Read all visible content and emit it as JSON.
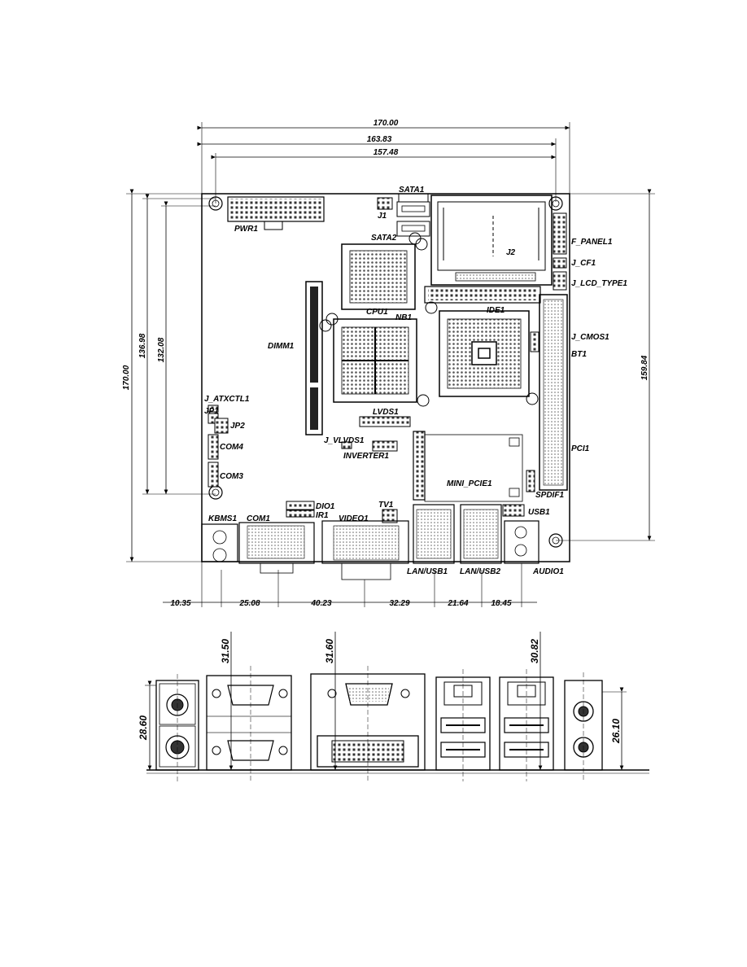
{
  "board": {
    "top_dimensions": [
      "170.00",
      "163.83",
      "157.48"
    ],
    "left_dimensions": [
      "170.00",
      "136.98",
      "132.08"
    ],
    "right_dimension": "159.84",
    "bottom_dimensions": [
      "10.35",
      "25.08",
      "40.23",
      "32.29",
      "21.64",
      "18.45"
    ],
    "labels": {
      "sata1": "SATA1",
      "j1": "J1",
      "pwr1": "PWR1",
      "sata2": "SATA2",
      "j2": "J2",
      "f_panel1": "F_PANEL1",
      "j_cf1": "J_CF1",
      "j_lcd_type1": "J_LCD_TYPE1",
      "cpu1": "CPU1",
      "nb1": "NB1",
      "ide1": "IDE1",
      "dimm1": "DIMM1",
      "j_cmos1": "J_CMOS1",
      "bt1": "BT1",
      "j_atxctl1": "J_ATXCTL1",
      "jp1": "JP1",
      "jp2": "JP2",
      "lvds1": "LVDS1",
      "j_vlvds1": "J_VLVDS1",
      "inverter1": "INVERTER1",
      "com4": "COM4",
      "pci1": "PCI1",
      "com3": "COM3",
      "mini_pcie1": "MINI_PCIE1",
      "spdif1": "SPDIF1",
      "dio1": "DIO1",
      "ir1": "IR1",
      "tv1": "TV1",
      "usb1": "USB1",
      "kbms1": "KBMS1",
      "com1": "COM1",
      "video1": "VIDEO1",
      "lan_usb1": "LAN/USB1",
      "lan_usb2": "LAN/USB2",
      "audio1": "AUDIO1"
    }
  },
  "rear_panel": {
    "dimensions": [
      "31.50",
      "31.60",
      "30.82",
      "28.60",
      "26.10"
    ]
  }
}
